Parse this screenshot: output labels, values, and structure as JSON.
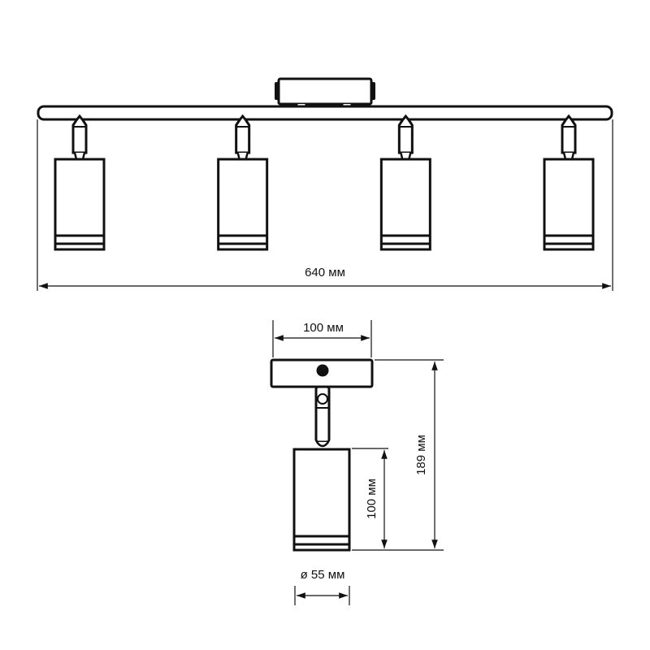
{
  "front_view": {
    "width_label": "640 мм",
    "spot_count": 4
  },
  "side_view": {
    "canopy_width_label": "100 мм",
    "total_height_label": "189 мм",
    "shade_height_label": "100 мм",
    "diameter_label": "ø 55 мм"
  },
  "colors": {
    "line": "#111111",
    "background": "#ffffff"
  }
}
